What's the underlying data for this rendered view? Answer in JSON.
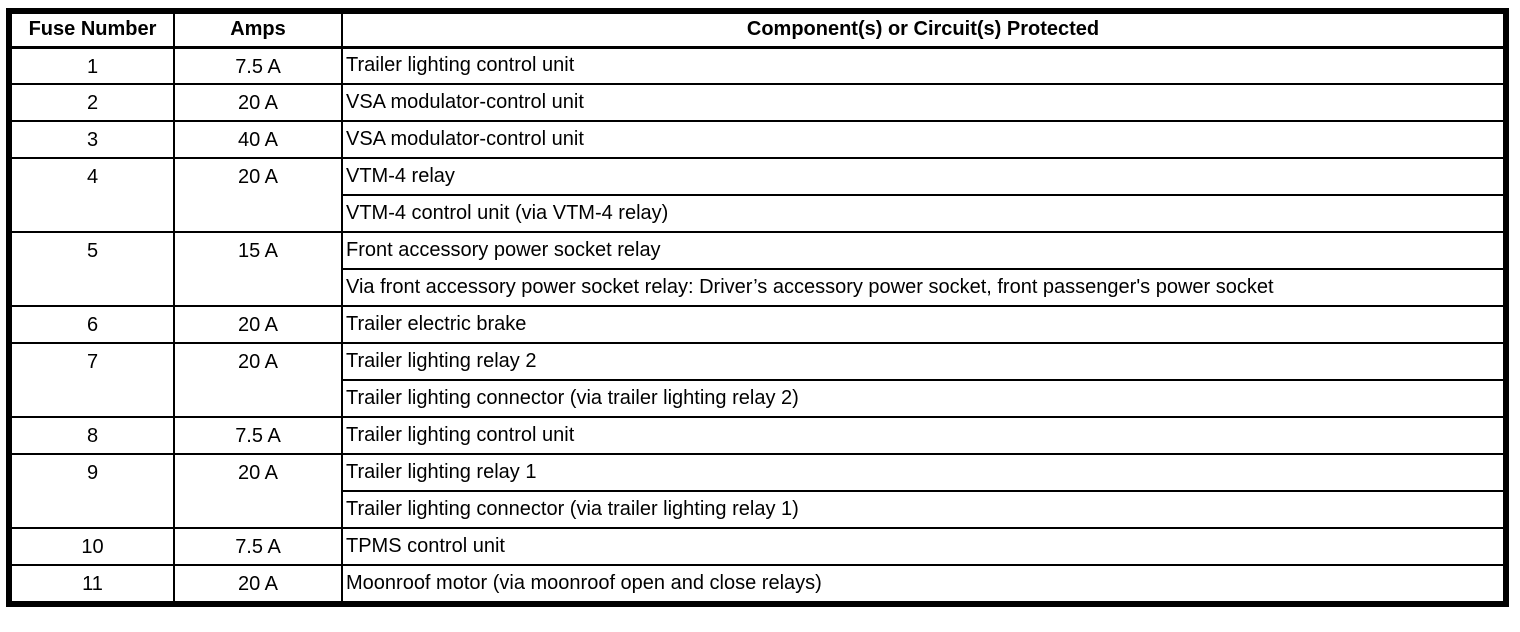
{
  "table": {
    "headers": [
      "Fuse Number",
      "Amps",
      "Component(s) or Circuit(s) Protected"
    ],
    "rows": [
      {
        "fuse": "1",
        "amps": "7.5 A",
        "components": [
          "Trailer lighting control unit"
        ]
      },
      {
        "fuse": "2",
        "amps": "20 A",
        "components": [
          "VSA modulator-control unit"
        ]
      },
      {
        "fuse": "3",
        "amps": "40 A",
        "components": [
          "VSA modulator-control unit"
        ]
      },
      {
        "fuse": "4",
        "amps": "20 A",
        "components": [
          "VTM-4 relay",
          "VTM-4 control unit (via VTM-4 relay)"
        ]
      },
      {
        "fuse": "5",
        "amps": "15 A",
        "components": [
          "Front accessory power socket relay",
          "Via front accessory power socket relay: Driver’s accessory power socket, front passenger's power socket"
        ]
      },
      {
        "fuse": "6",
        "amps": "20 A",
        "components": [
          "Trailer electric brake"
        ]
      },
      {
        "fuse": "7",
        "amps": "20 A",
        "components": [
          "Trailer lighting relay 2",
          "Trailer lighting connector (via trailer lighting relay 2)"
        ]
      },
      {
        "fuse": "8",
        "amps": "7.5 A",
        "components": [
          "Trailer lighting control unit"
        ]
      },
      {
        "fuse": "9",
        "amps": "20 A",
        "components": [
          "Trailer lighting relay 1",
          "Trailer lighting connector (via trailer lighting relay 1)"
        ]
      },
      {
        "fuse": "10",
        "amps": "7.5 A",
        "components": [
          "TPMS control unit"
        ]
      },
      {
        "fuse": "11",
        "amps": "20 A",
        "components": [
          "Moonroof motor (via moonroof open and close relays)"
        ]
      }
    ]
  }
}
